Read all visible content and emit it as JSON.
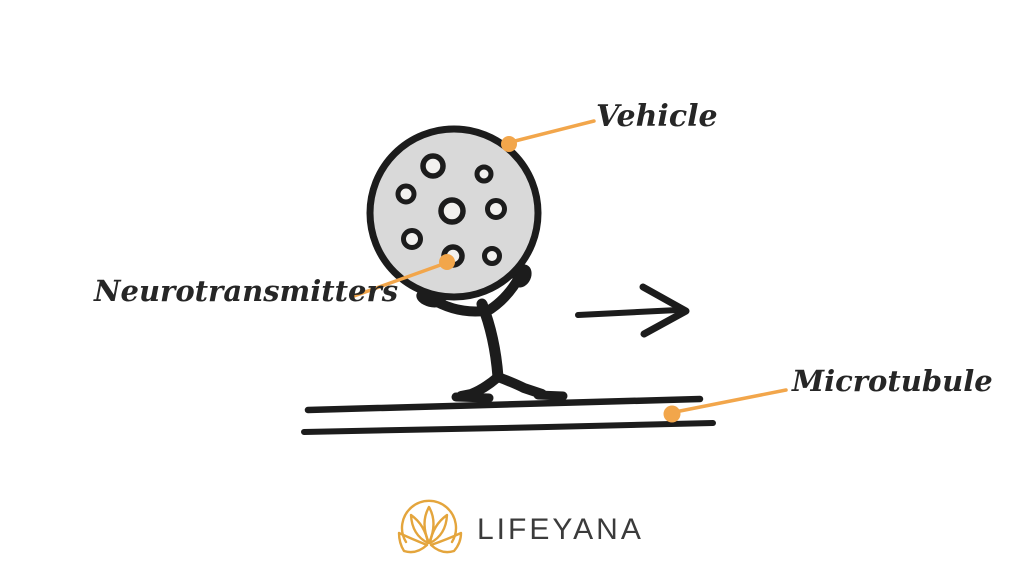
{
  "colors": {
    "background": "#FFFFFF",
    "accent_orange": "#F2A64B",
    "ink_black": "#1C1C1C",
    "vesicle_gray": "#D9D9D9",
    "logo_gold": "#E4A53C",
    "logo_text_gray": "#3B3B3B"
  },
  "diagram": {
    "labels": {
      "vehicle": "Vehicle",
      "neurotransmitters": "Neurotransmitters",
      "microtubule": "Microtubule"
    },
    "icons": {
      "direction_arrow": "right-arrow",
      "lotus": "lotus-flower"
    }
  },
  "branding": {
    "name": "LIFEYANA"
  }
}
